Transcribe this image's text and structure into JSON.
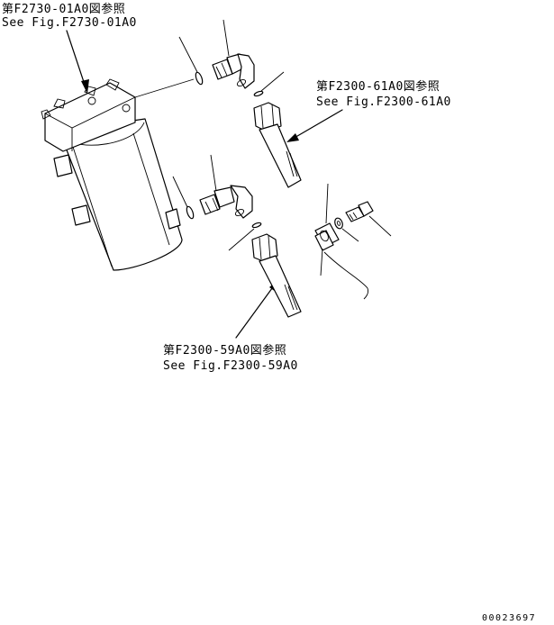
{
  "refs": {
    "top_left": {
      "jp": "第F2730-01A0図参照",
      "en": "See Fig.F2730-01A0"
    },
    "top_right": {
      "jp": "第F2300-61A0図参照",
      "en": "See Fig.F2300-61A0"
    },
    "bottom": {
      "jp": "第F2300-59A0図参照",
      "en": "See Fig.F2300-59A0"
    }
  },
  "drawing_number": "00023697",
  "colors": {
    "line": "#000000",
    "background": "#ffffff"
  }
}
